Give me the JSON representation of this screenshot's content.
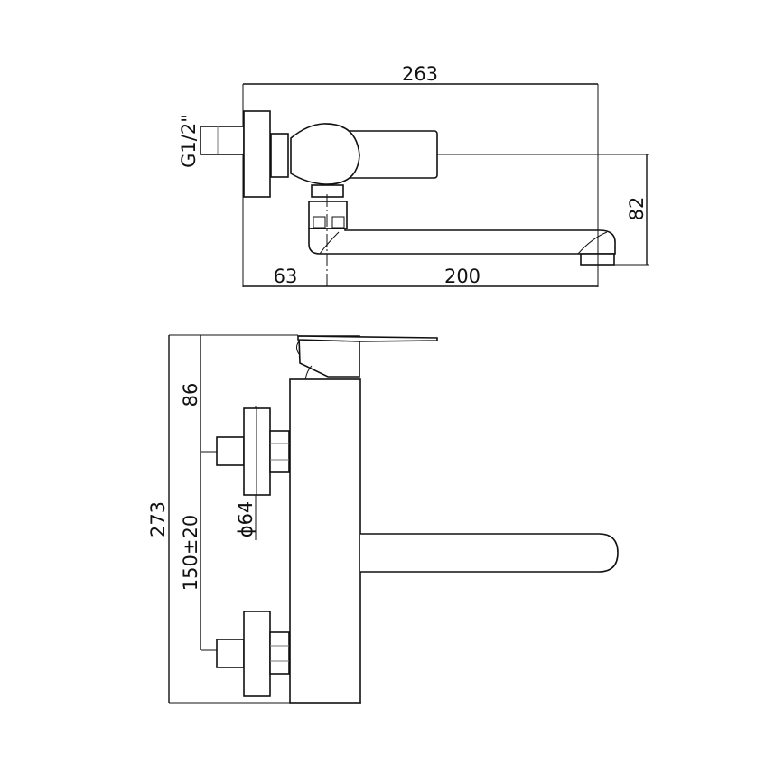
{
  "drawing": {
    "title": "Wall-mounted mixer tap dimension drawing",
    "background": "#ffffff",
    "line_color": "#111111",
    "top_view": {
      "dims": {
        "overall_width": "263",
        "wall_to_spout_axis": "63",
        "spout_projection": "200",
        "spout_height": "82",
        "inlet_thread": "G1/2\""
      }
    },
    "side_view": {
      "dims": {
        "overall_height": "273",
        "top_to_inlet": "86",
        "inlet_spacing": "150±20",
        "escutcheon_diameter": "ϕ64"
      }
    }
  }
}
